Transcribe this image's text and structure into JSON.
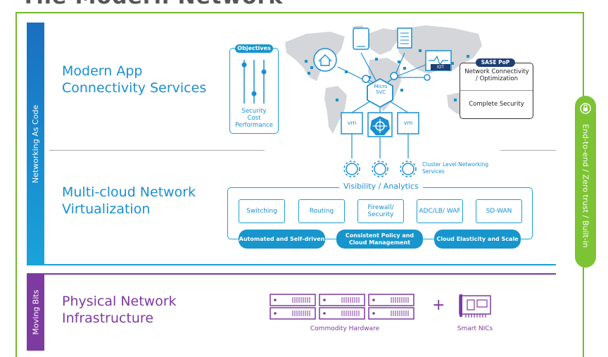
{
  "page_title": "The Modern Network",
  "side_bars": {
    "top": "Networking As Code",
    "bottom": "Moving Bits"
  },
  "layers": {
    "app": {
      "title_line1": "Modern App",
      "title_line2": "Connectivity Services"
    },
    "virtualization": {
      "title_line1": "Multi-cloud Network",
      "title_line2": "Virtualization"
    },
    "physical": {
      "title_line1": "Physical Network",
      "title_line2": "Infrastructure"
    }
  },
  "objectives": {
    "label": "Objectives",
    "items": [
      "Security",
      "Cost",
      "Performance"
    ]
  },
  "sase": {
    "label": "SASE PoP",
    "item1": "Network Connectivity / Optimization",
    "item2": "Complete Security"
  },
  "map": {
    "micro_svc": "Micro SVC",
    "vm_left": "vm",
    "vm_right": "vm",
    "iot": "IOT",
    "cluster_label": "Cluster Level Networking Services"
  },
  "visibility": {
    "label": "Visibility / Analytics",
    "boxes": [
      "Switching",
      "Routing",
      "Firewall/ Security",
      "ADC/LB/ WAF",
      "SD-WAN"
    ],
    "pills": [
      "Automated and Self-driven",
      "Consistent Policy and Cloud Management",
      "Cloud Elasticity and Scale"
    ]
  },
  "hardware": {
    "commodity": "Commodity Hardware",
    "plus": "+",
    "smart_nics": "Smart NICs"
  },
  "right_pill": "End-to-end / Zero trust / Built-in",
  "colors": {
    "blue": "#1a8fd0",
    "purple": "#7d3aa0",
    "green": "#76b72a",
    "pill_blue": "#1795cc",
    "navy": "#1f3f73"
  }
}
